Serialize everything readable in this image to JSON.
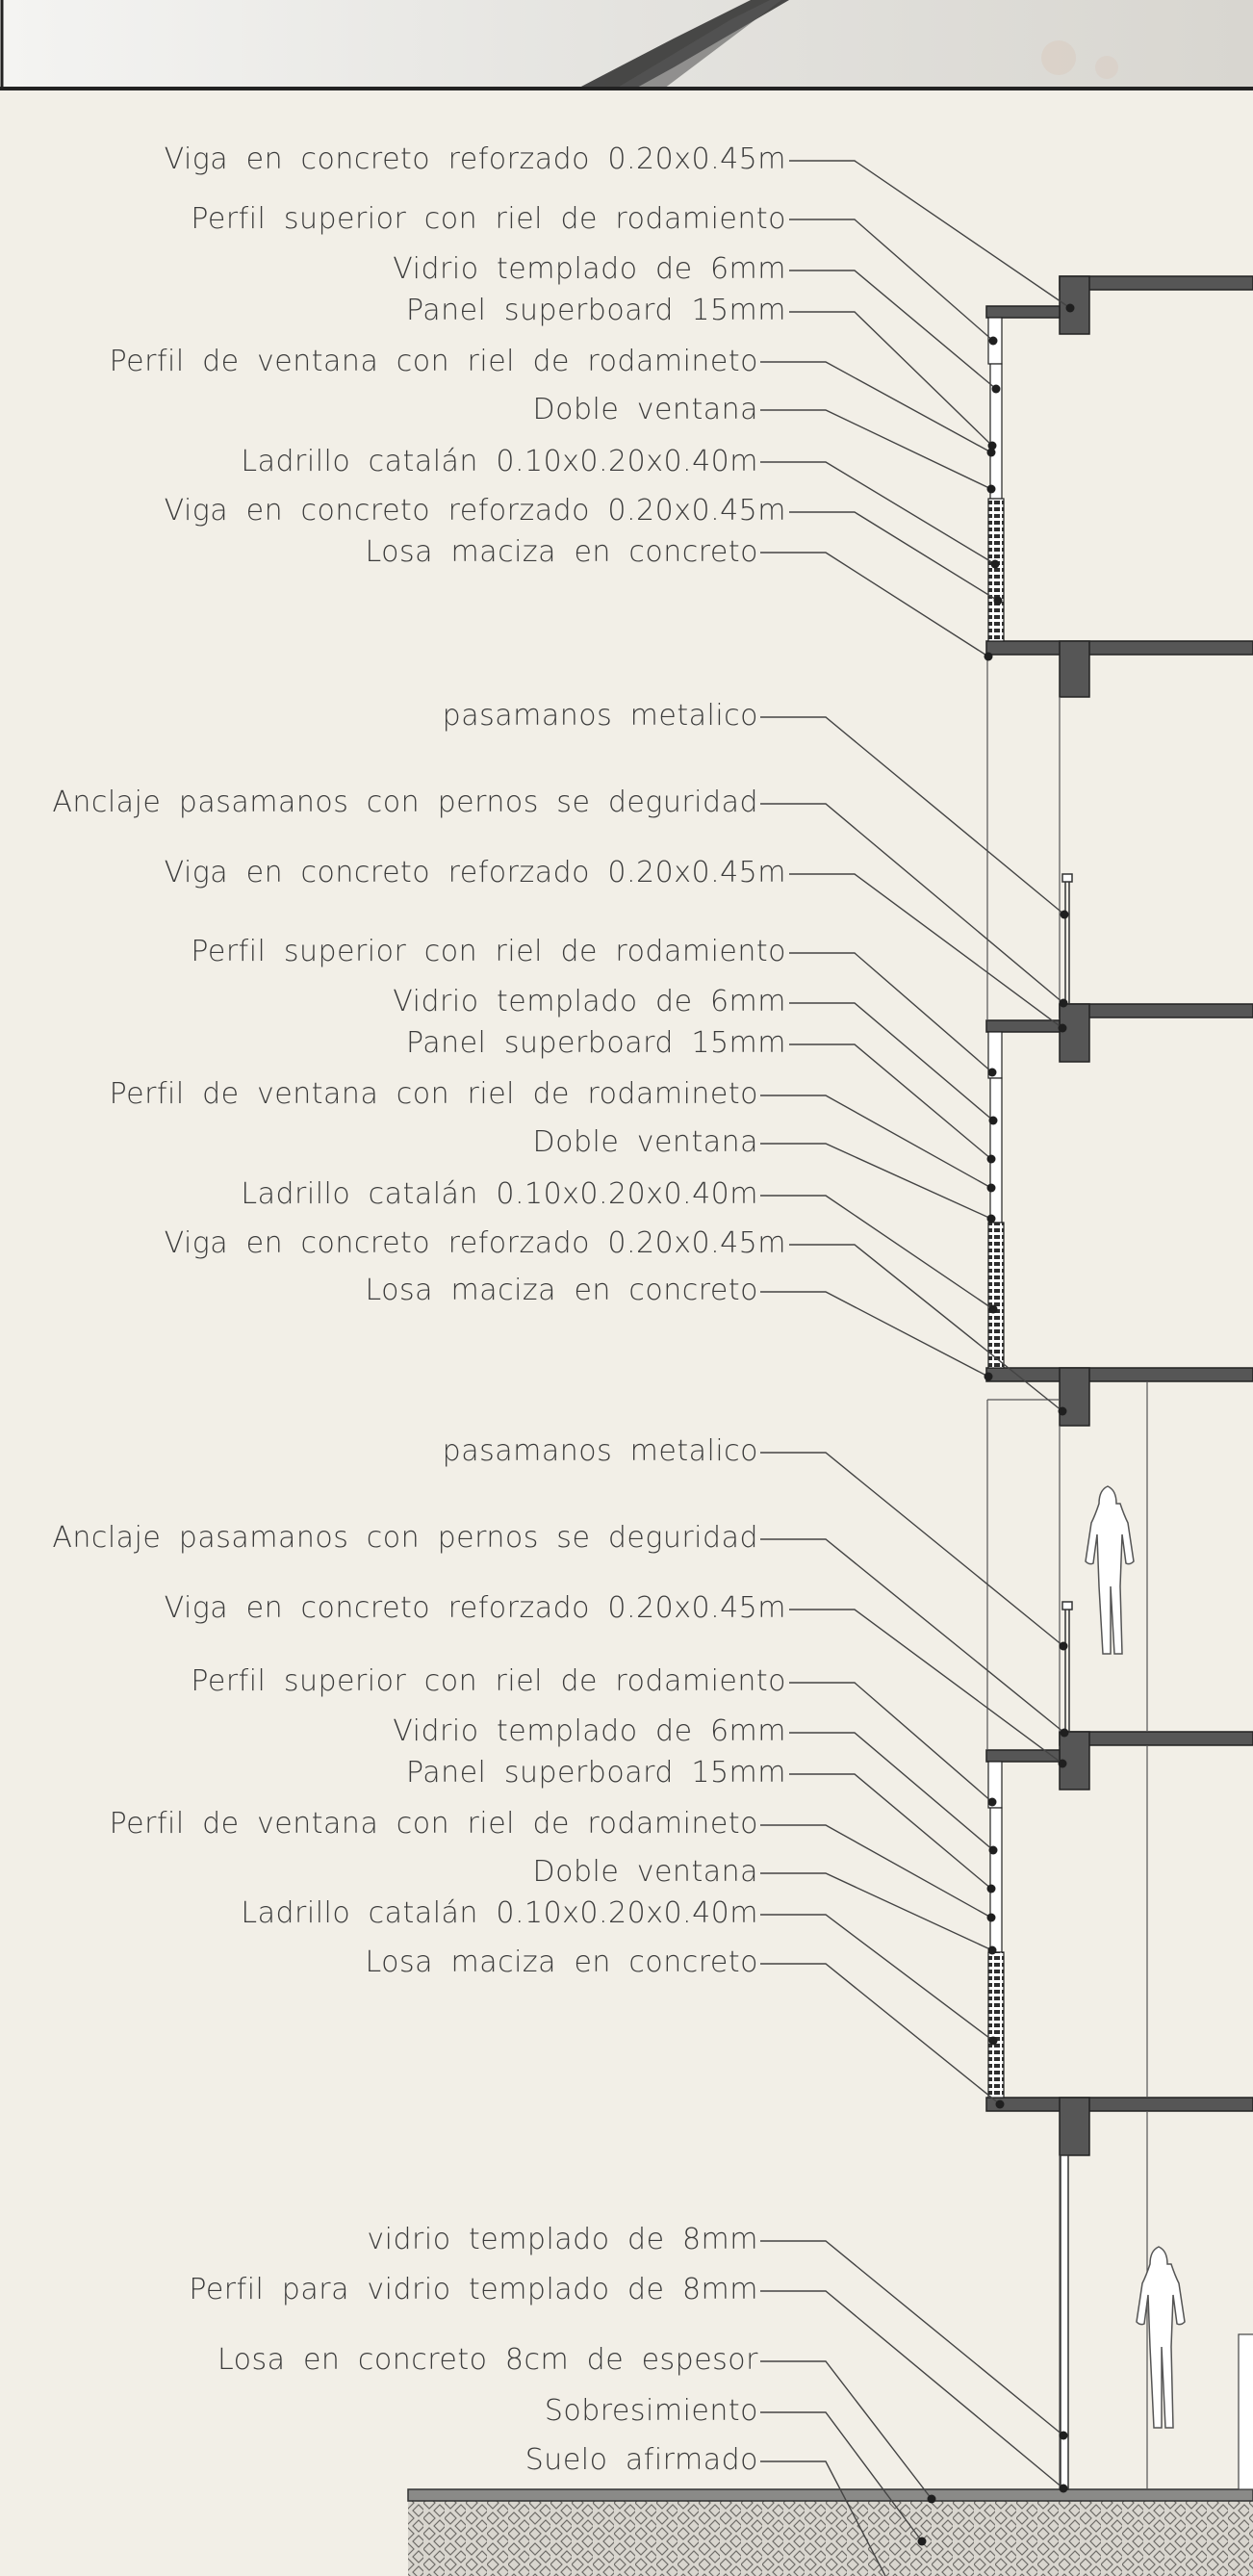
{
  "groups": [
    {
      "id": "g1",
      "labels": [
        "Viga en concreto reforzado 0.20x0.45m",
        "Perfil superior con riel de rodamiento",
        "Vidrio templado de 6mm",
        "Panel superboard 15mm",
        "Perfil de ventana con riel de rodamineto",
        "Doble ventana",
        "Ladrillo catalán 0.10x0.20x0.40m",
        "Viga en concreto reforzado 0.20x0.45m",
        "Losa maciza en concreto"
      ]
    },
    {
      "id": "g2",
      "labels": [
        "pasamanos metalico",
        "Anclaje pasamanos con pernos se deguridad",
        "Viga en concreto reforzado 0.20x0.45m",
        "Perfil superior con riel de rodamiento",
        "Vidrio templado de 6mm",
        "Panel superboard 15mm",
        "Perfil de ventana con riel de rodamineto",
        "Doble ventana",
        "Ladrillo catalán 0.10x0.20x0.40m",
        "Viga en concreto reforzado 0.20x0.45m",
        "Losa maciza en concreto"
      ]
    },
    {
      "id": "g3",
      "labels": [
        "pasamanos metalico",
        "Anclaje pasamanos con pernos se deguridad",
        "Viga en concreto reforzado 0.20x0.45m",
        "Perfil superior con riel de rodamiento",
        "Vidrio templado de 6mm",
        "Panel superboard 15mm",
        "Perfil de ventana con riel de rodamineto",
        "Doble ventana",
        "Ladrillo catalán 0.10x0.20x0.40m",
        "Losa maciza en concreto"
      ]
    },
    {
      "id": "g4",
      "labels": [
        "vidrio templado de 8mm",
        "Perfil para vidrio templado de 8mm",
        "Losa en concreto 8cm de espesor",
        "Sobresimiento",
        "Suelo afirmado"
      ]
    }
  ],
  "colors": {
    "background": "#f2efe7",
    "concrete": "#565656",
    "line": "#3a3a3a",
    "text": "#3c3c3c"
  }
}
